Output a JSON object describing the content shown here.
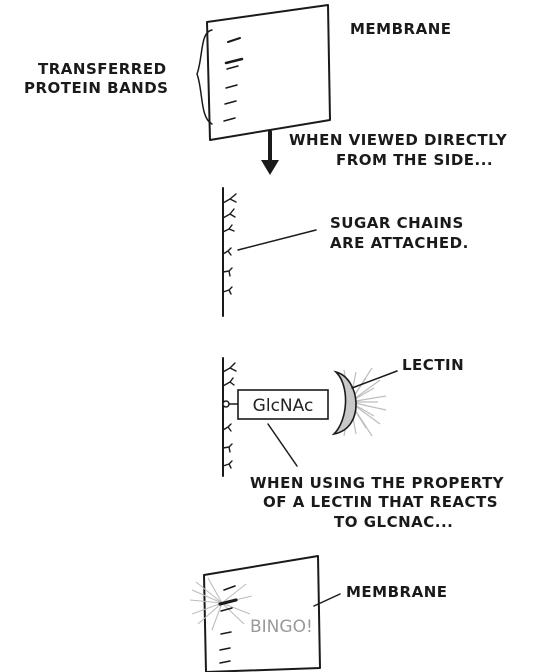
{
  "labels": {
    "membrane_top": "MEMBRANE",
    "transferred_line1": "TRANSFERRED",
    "transferred_line2": "PROTEIN BANDS",
    "viewed_line1": "WHEN VIEWED DIRECTLY",
    "viewed_line2": "FROM THE SIDE...",
    "sugar_line1": "SUGAR CHAINS",
    "sugar_line2": "ARE ATTACHED.",
    "lectin": "LECTIN",
    "glcnac_box": "GlcNAc",
    "using_line1": "WHEN USING THE PROPERTY",
    "using_line2": "OF A LECTIN THAT REACTS",
    "using_line3": "TO GLCNAC...",
    "membrane_bottom": "MEMBRANE",
    "bingo": "BINGO!"
  },
  "colors": {
    "ink": "#1a1a1a",
    "lectin_fill": "#c8c8c8",
    "glow": "#bdbdbd",
    "bingo": "#9a9a9a"
  }
}
